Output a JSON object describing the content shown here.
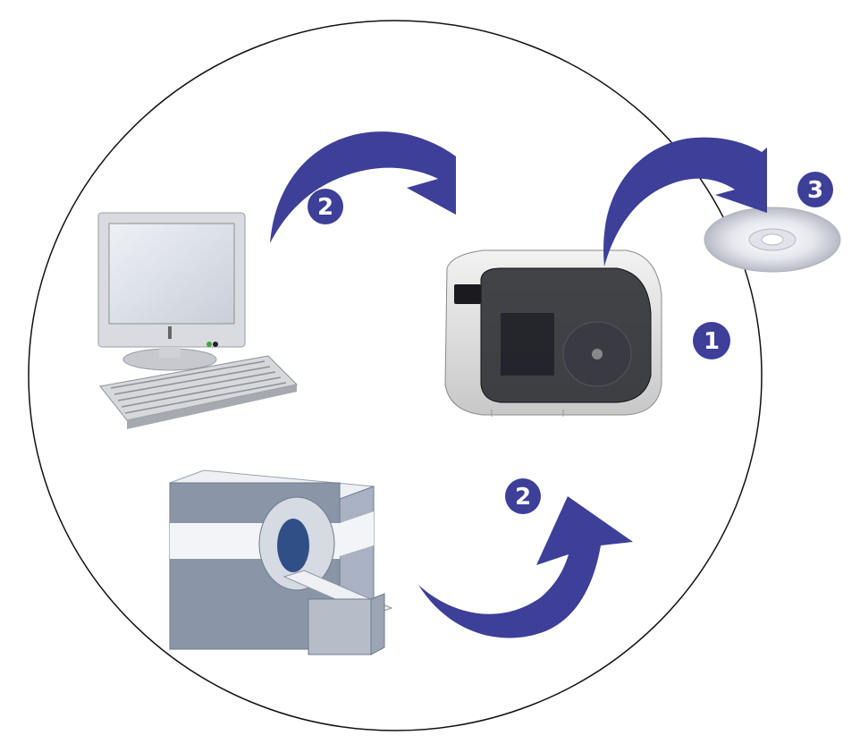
{
  "colors": {
    "accent": "#3d3f98",
    "circle_stroke": "#111111",
    "device_gray": "#d9dbe0",
    "scanner_blue": "#8a95a8"
  },
  "badges": {
    "printer": "1",
    "computer_to_printer": "2",
    "scanner_to_printer": "2",
    "disc": "3"
  },
  "icons": {
    "computer": "desktop-computer-icon",
    "keyboard": "keyboard-icon",
    "scanner": "mri-scanner-icon",
    "printer": "disc-publisher-icon",
    "disc": "optical-disc-icon",
    "arrow": "curved-arrow-icon"
  }
}
